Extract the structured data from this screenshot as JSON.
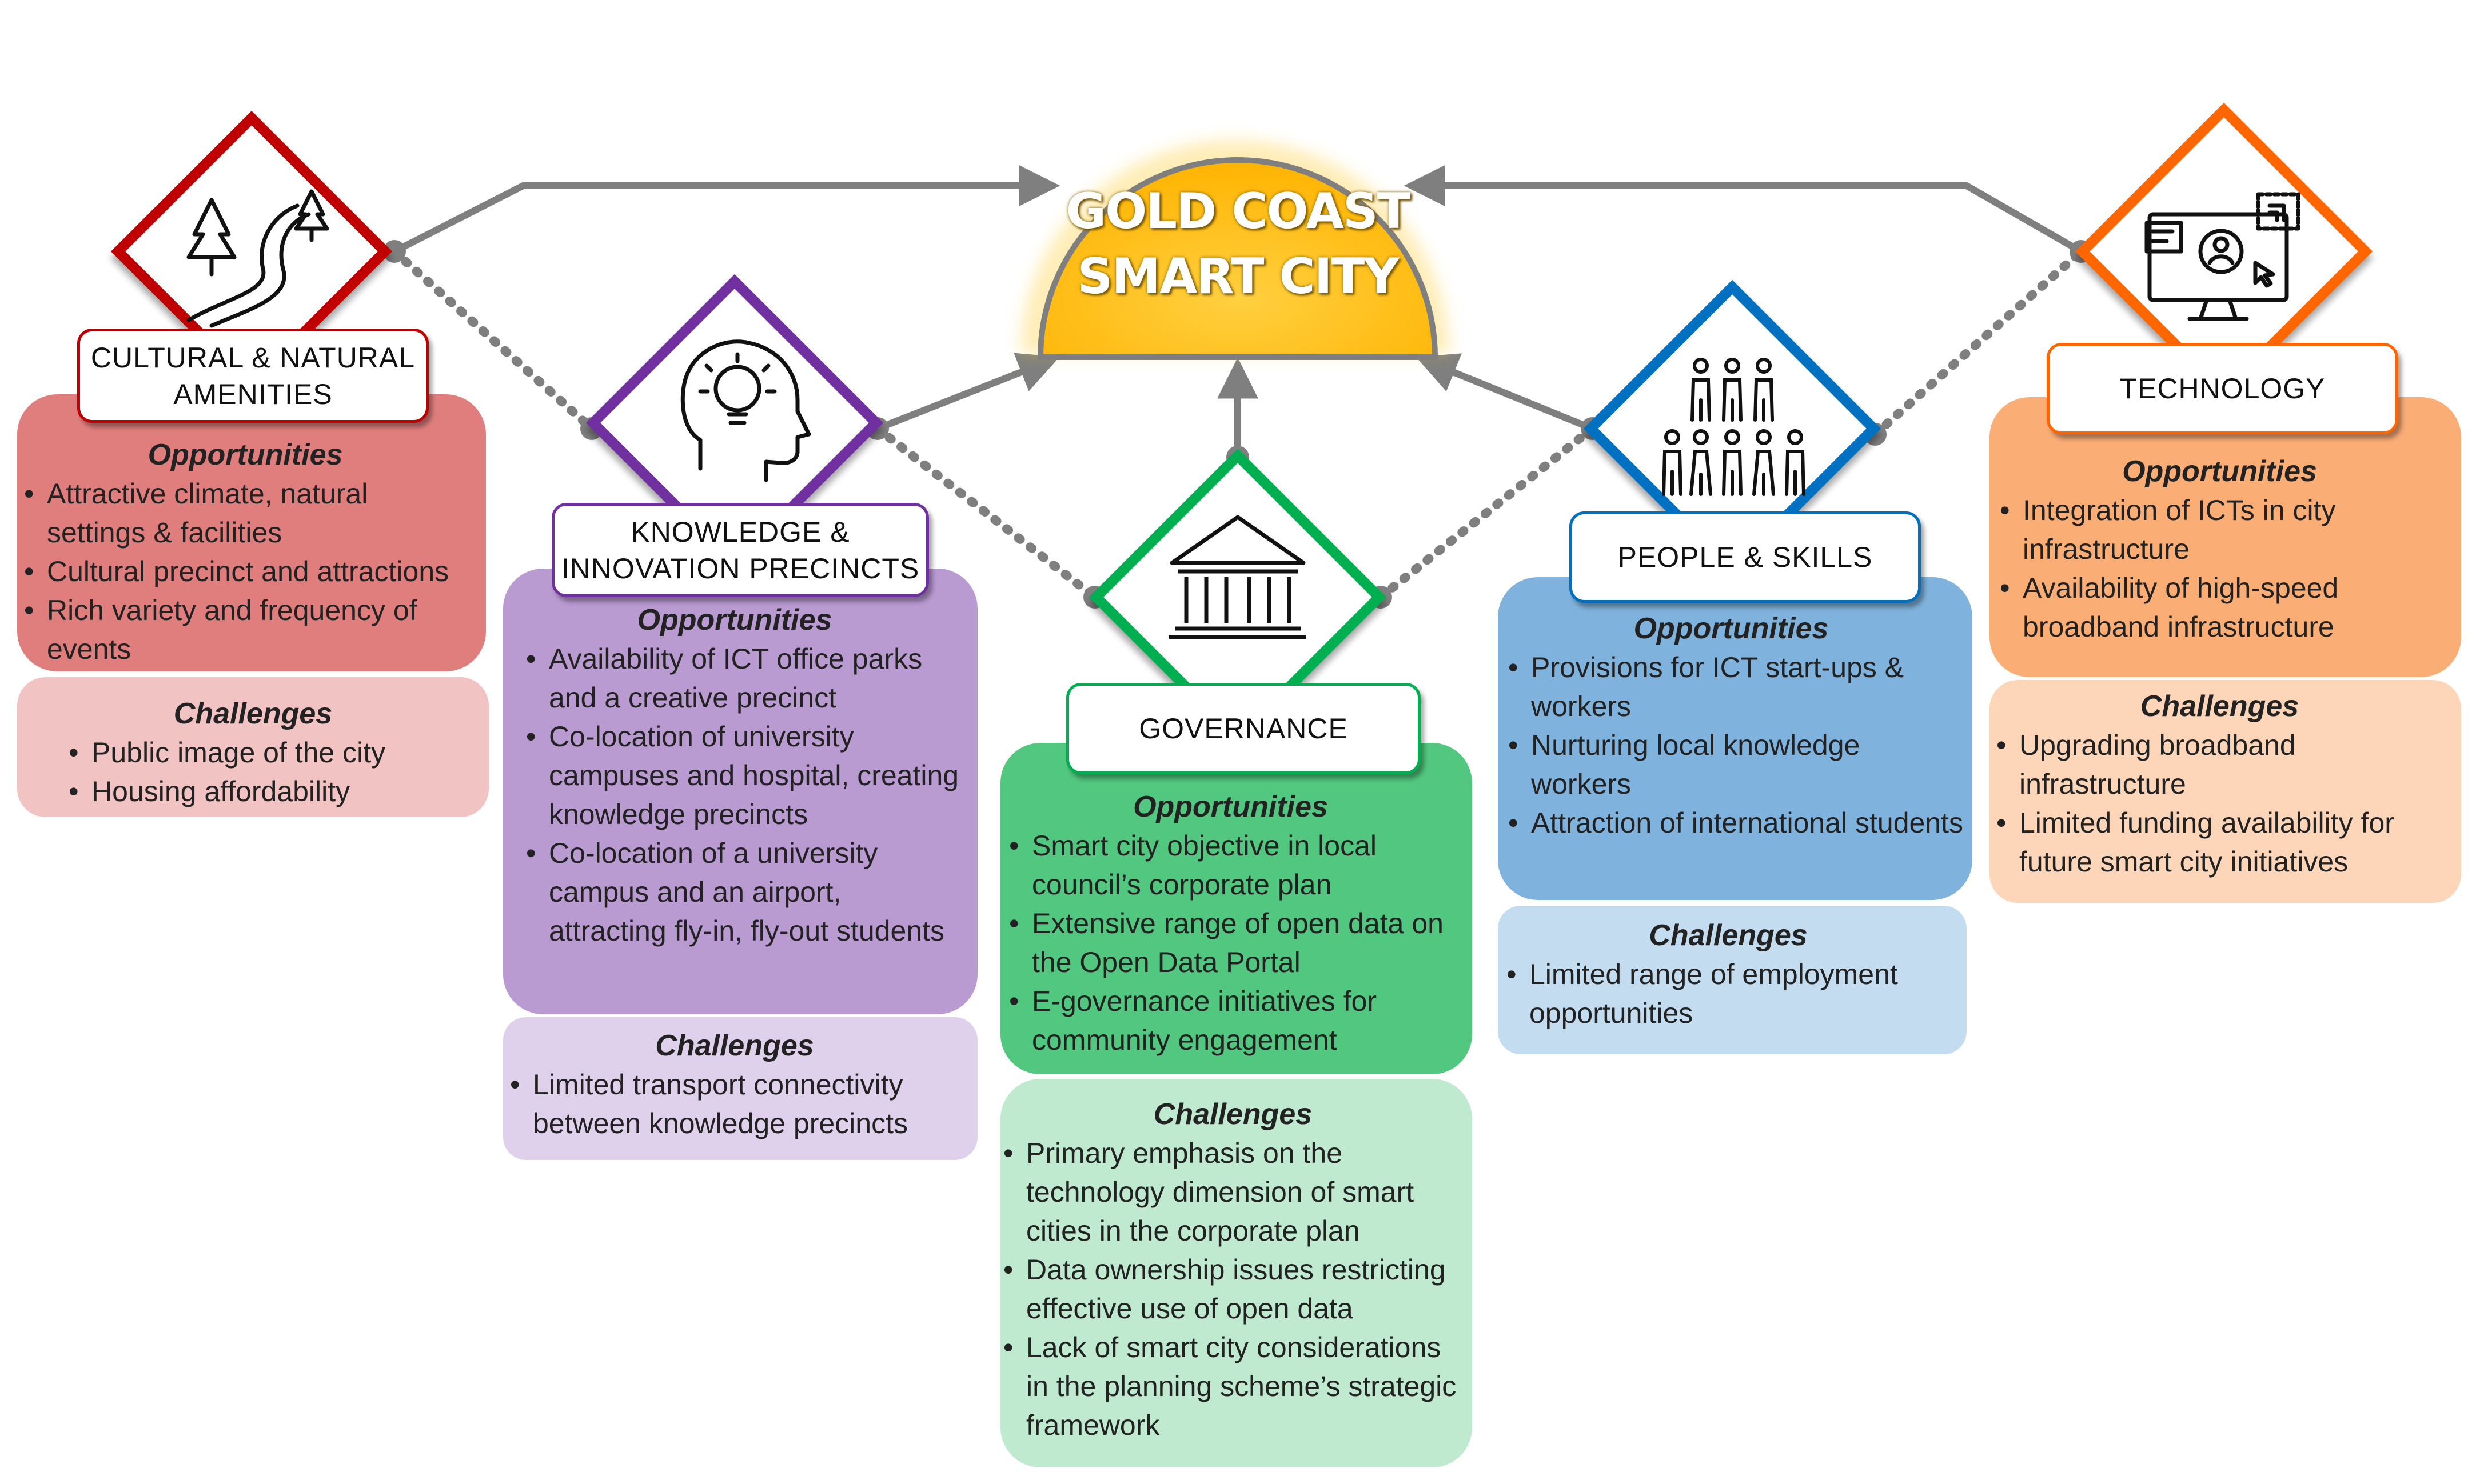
{
  "center": {
    "line1": "GOLD COAST",
    "line2": "SMART CITY"
  },
  "colors": {
    "cultural": "#c00000",
    "knowledge": "#7030a0",
    "governance": "#00b050",
    "people": "#0070c0",
    "technology": "#ff6600",
    "sun": "#ffc000",
    "connector": "#7f7f7f"
  },
  "pillars": [
    {
      "id": "cultural",
      "title": "CULTURAL & NATURAL\nAMENITIES",
      "icon": "trees-road-icon",
      "opportunities_heading": "Opportunities",
      "opportunities": [
        "Attractive climate, natural settings & facilities",
        "Cultural precinct and attractions",
        "Rich variety and frequency of events"
      ],
      "challenges_heading": "Challenges",
      "challenges": [
        "Public image of the city",
        "Housing affordability"
      ]
    },
    {
      "id": "knowledge",
      "title": "KNOWLEDGE &\nINNOVATION PRECINCTS",
      "icon": "lightbulb-head-icon",
      "opportunities_heading": "Opportunities",
      "opportunities": [
        "Availability of ICT office parks and a creative precinct",
        "Co-location of university campuses and hospital, creating knowledge precincts",
        "Co-location of a university campus and an airport, attracting fly-in, fly-out students"
      ],
      "challenges_heading": "Challenges",
      "challenges": [
        "Limited transport connectivity between knowledge precincts"
      ]
    },
    {
      "id": "governance",
      "title": "GOVERNANCE",
      "icon": "government-building-icon",
      "opportunities_heading": "Opportunities",
      "opportunities": [
        "Smart city objective in local council’s corporate plan",
        "Extensive range of open data on the Open Data Portal",
        "E-governance initiatives for community engagement"
      ],
      "challenges_heading": "Challenges",
      "challenges": [
        "Primary emphasis on the technology dimension of smart cities in the corporate plan",
        "Data ownership issues restricting effective use of open data",
        "Lack of smart city considerations in the planning scheme’s strategic framework"
      ]
    },
    {
      "id": "people",
      "title": "PEOPLE & SKILLS",
      "icon": "people-group-icon",
      "opportunities_heading": "Opportunities",
      "opportunities": [
        "Provisions for ICT start-ups & workers",
        "Nurturing local knowledge workers",
        "Attraction of international students"
      ],
      "challenges_heading": "Challenges",
      "challenges": [
        "Limited range of employment opportunities"
      ]
    },
    {
      "id": "technology",
      "title": "TECHNOLOGY",
      "icon": "computer-user-icon",
      "opportunities_heading": "Opportunities",
      "opportunities": [
        "Integration of ICTs in city infrastructure",
        "Availability of high-speed broadband infrastructure"
      ],
      "challenges_heading": "Challenges",
      "challenges": [
        "Upgrading broadband infrastructure",
        "Limited funding availability for future smart city initiatives"
      ]
    }
  ]
}
